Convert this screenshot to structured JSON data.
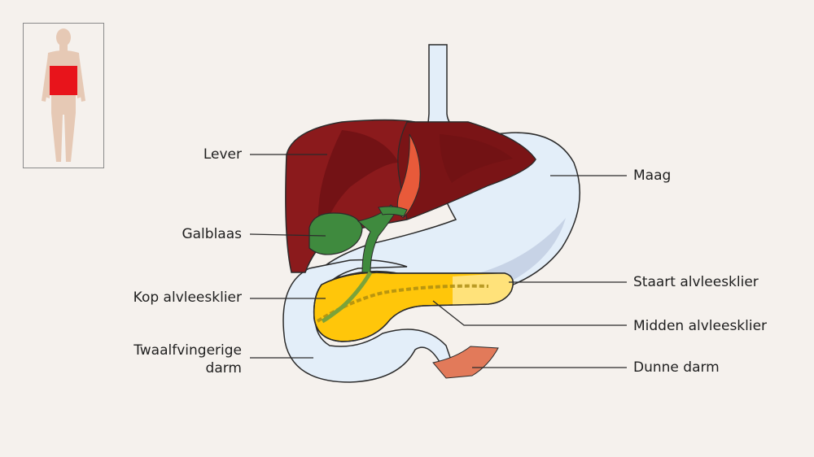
{
  "labels": {
    "lever": "Lever",
    "galblaas": "Galblaas",
    "kop_alvleesklier": "Kop alvleesklier",
    "twaalfvingerige_line1": "Twaalfvingerige",
    "twaalfvingerige_line2": "darm",
    "maag": "Maag",
    "staart_alvleesklier": "Staart alvleesklier",
    "midden_alvleesklier": "Midden alvleesklier",
    "dunne_darm": "Dunne darm"
  },
  "colors": {
    "background": "#f5f1ed",
    "liver": "#8b1a1c",
    "liver_dark": "#6a0f12",
    "gallbladder": "#3f8a3e",
    "stomach": "#e3eef9",
    "pancreas": "#ffc60a",
    "pancreas_tail": "#ffe27a",
    "small_intestine": "#e27a5a",
    "inset_highlight": "#e8141b",
    "body_silhouette": "#e6c9b5"
  }
}
